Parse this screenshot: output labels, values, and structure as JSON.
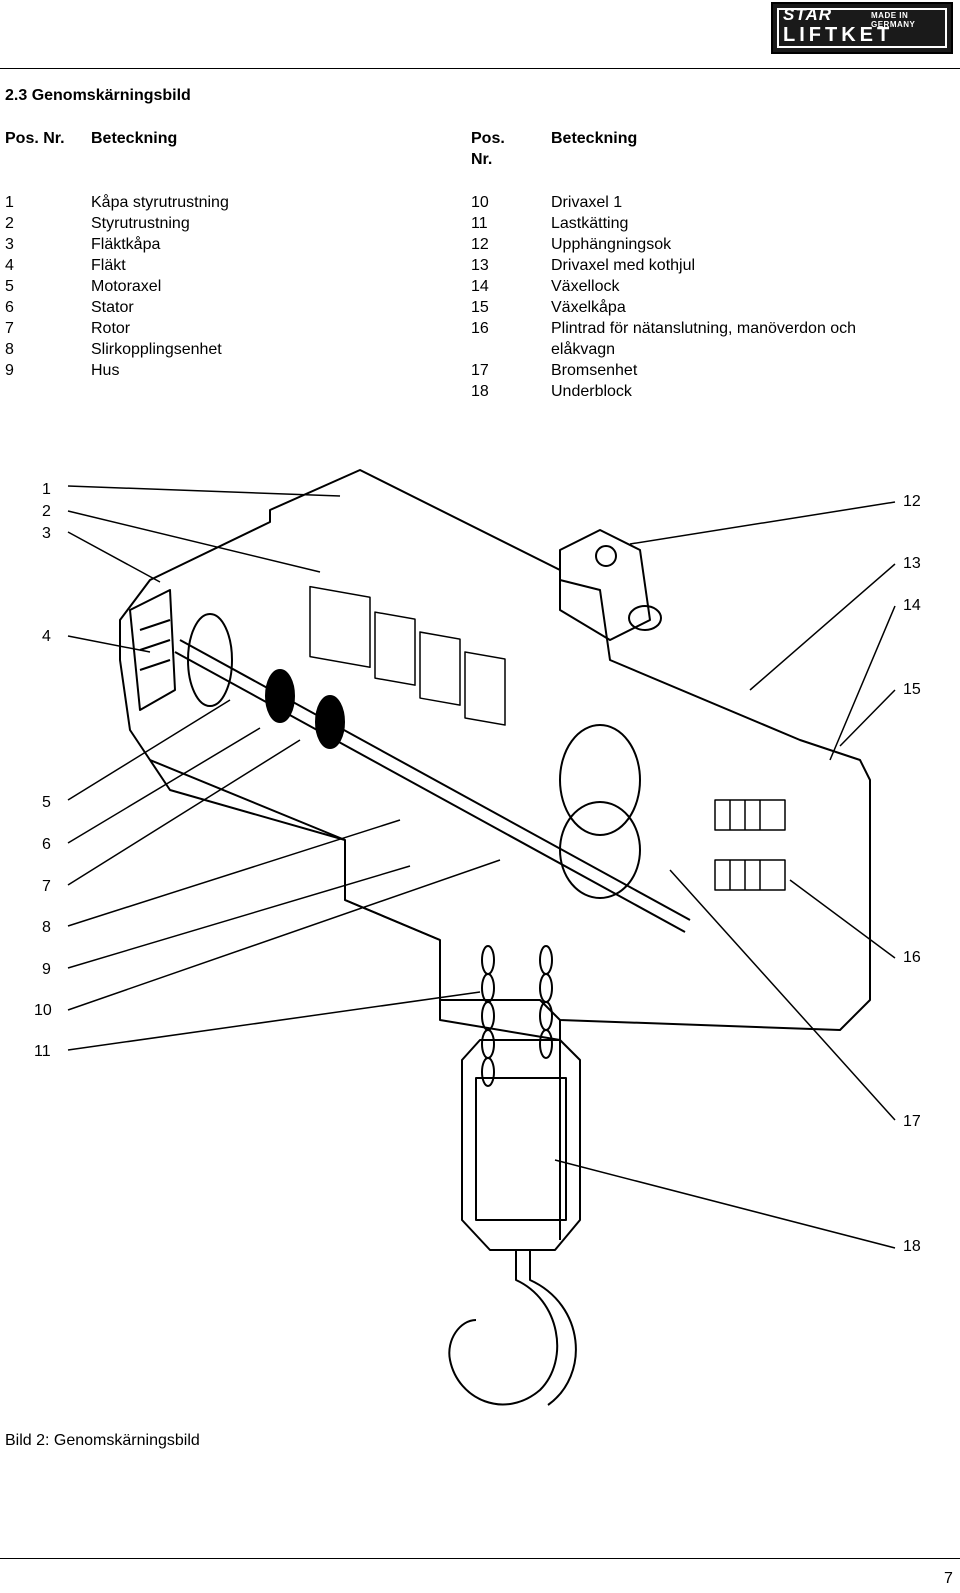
{
  "logo": {
    "brand_top": "STAR",
    "made_in": "MADE IN GERMANY",
    "brand_main": "LIFTKET"
  },
  "section": {
    "title": "2.3   Genomskärningsbild"
  },
  "table": {
    "left_header_pos": "Pos. Nr.",
    "left_header_name": "Beteckning",
    "right_header_pos_line1": "Pos.",
    "right_header_pos_line2": "Nr.",
    "right_header_name": "Beteckning",
    "left_rows": [
      {
        "pos": "1",
        "name": "Kåpa styrutrustning"
      },
      {
        "pos": "2",
        "name": "Styrutrustning"
      },
      {
        "pos": "3",
        "name": "Fläktkåpa"
      },
      {
        "pos": "4",
        "name": "Fläkt"
      },
      {
        "pos": "5",
        "name": "Motoraxel"
      },
      {
        "pos": "6",
        "name": "Stator"
      },
      {
        "pos": "7",
        "name": "Rotor"
      },
      {
        "pos": "8",
        "name": "Slirkopplingsenhet"
      },
      {
        "pos": "9",
        "name": "Hus"
      }
    ],
    "right_rows": [
      {
        "pos": "10",
        "name": "Drivaxel 1"
      },
      {
        "pos": "11",
        "name": "Lastkätting"
      },
      {
        "pos": "12",
        "name": "Upphängningsok"
      },
      {
        "pos": "13",
        "name": "Drivaxel med kothjul"
      },
      {
        "pos": "14",
        "name": "Växellock"
      },
      {
        "pos": "15",
        "name": "Växelkåpa"
      },
      {
        "pos": "16",
        "name": "Plintrad för nätanslutning, manöverdon och",
        "name2": "elåkvagn"
      },
      {
        "pos": "17",
        "name": "Bromsenhet"
      },
      {
        "pos": "18",
        "name": "Underblock"
      }
    ]
  },
  "figure": {
    "labels_left": [
      "1",
      "2",
      "3",
      "4",
      "5",
      "6",
      "7",
      "8",
      "9",
      "10",
      "11"
    ],
    "labels_right": [
      "12",
      "13",
      "14",
      "15",
      "16",
      "17",
      "18"
    ],
    "caption": "Bild 2: Genomskärningsbild"
  },
  "page_number": "7"
}
